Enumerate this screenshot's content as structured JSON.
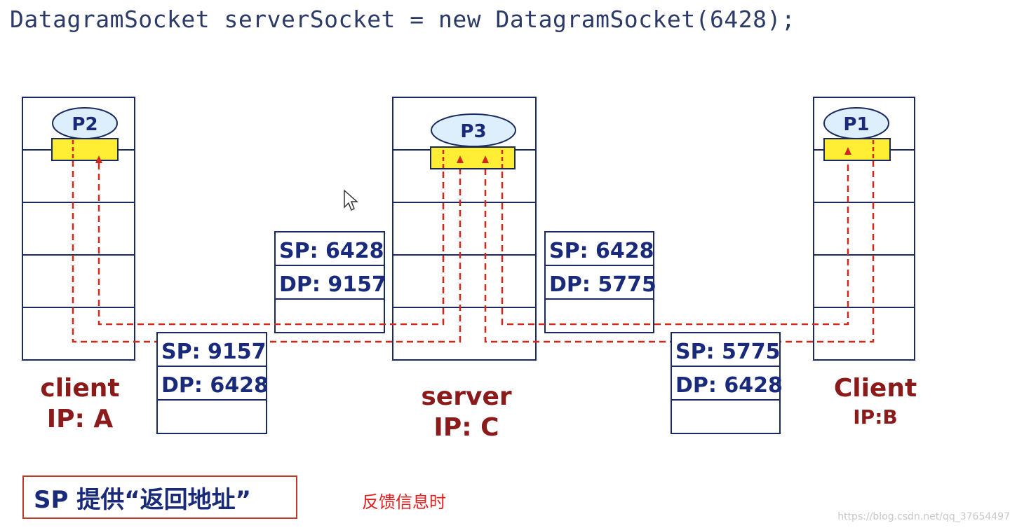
{
  "code": "DatagramSocket serverSocket = new DatagramSocket(6428);",
  "processes": {
    "client_a": "P2",
    "server": "P3",
    "client_b": "P1"
  },
  "segments": {
    "server_to_a": {
      "sp": "SP: 6428",
      "dp": "DP: 9157"
    },
    "server_to_b": {
      "sp": "SP: 6428",
      "dp": "DP: 5775"
    },
    "a_to_server": {
      "sp": "SP: 9157",
      "dp": "DP: 6428"
    },
    "b_to_server": {
      "sp": "SP: 5775",
      "dp": "DP: 6428"
    }
  },
  "hosts": {
    "client_a": {
      "name": "client",
      "ip": "IP: A"
    },
    "server": {
      "name": "server",
      "ip": "IP: C"
    },
    "client_b": {
      "name": "Client",
      "ip": "IP:B"
    }
  },
  "note": "SP 提供“返回地址”",
  "feedback": "反馈信息时",
  "watermark": "https://blog.csdn.net/qq_37654497",
  "colors": {
    "code_text": "#2b3a67",
    "stack_border": "#1a2a5e",
    "process_fill": "#ddeefc",
    "socket_fill": "#ffee33",
    "segment_text": "#1a2a7a",
    "dashed_path": "#d0281a",
    "host_label": "#8b1a1a",
    "note_border": "#c0392b",
    "feedback_text": "#e02020"
  }
}
